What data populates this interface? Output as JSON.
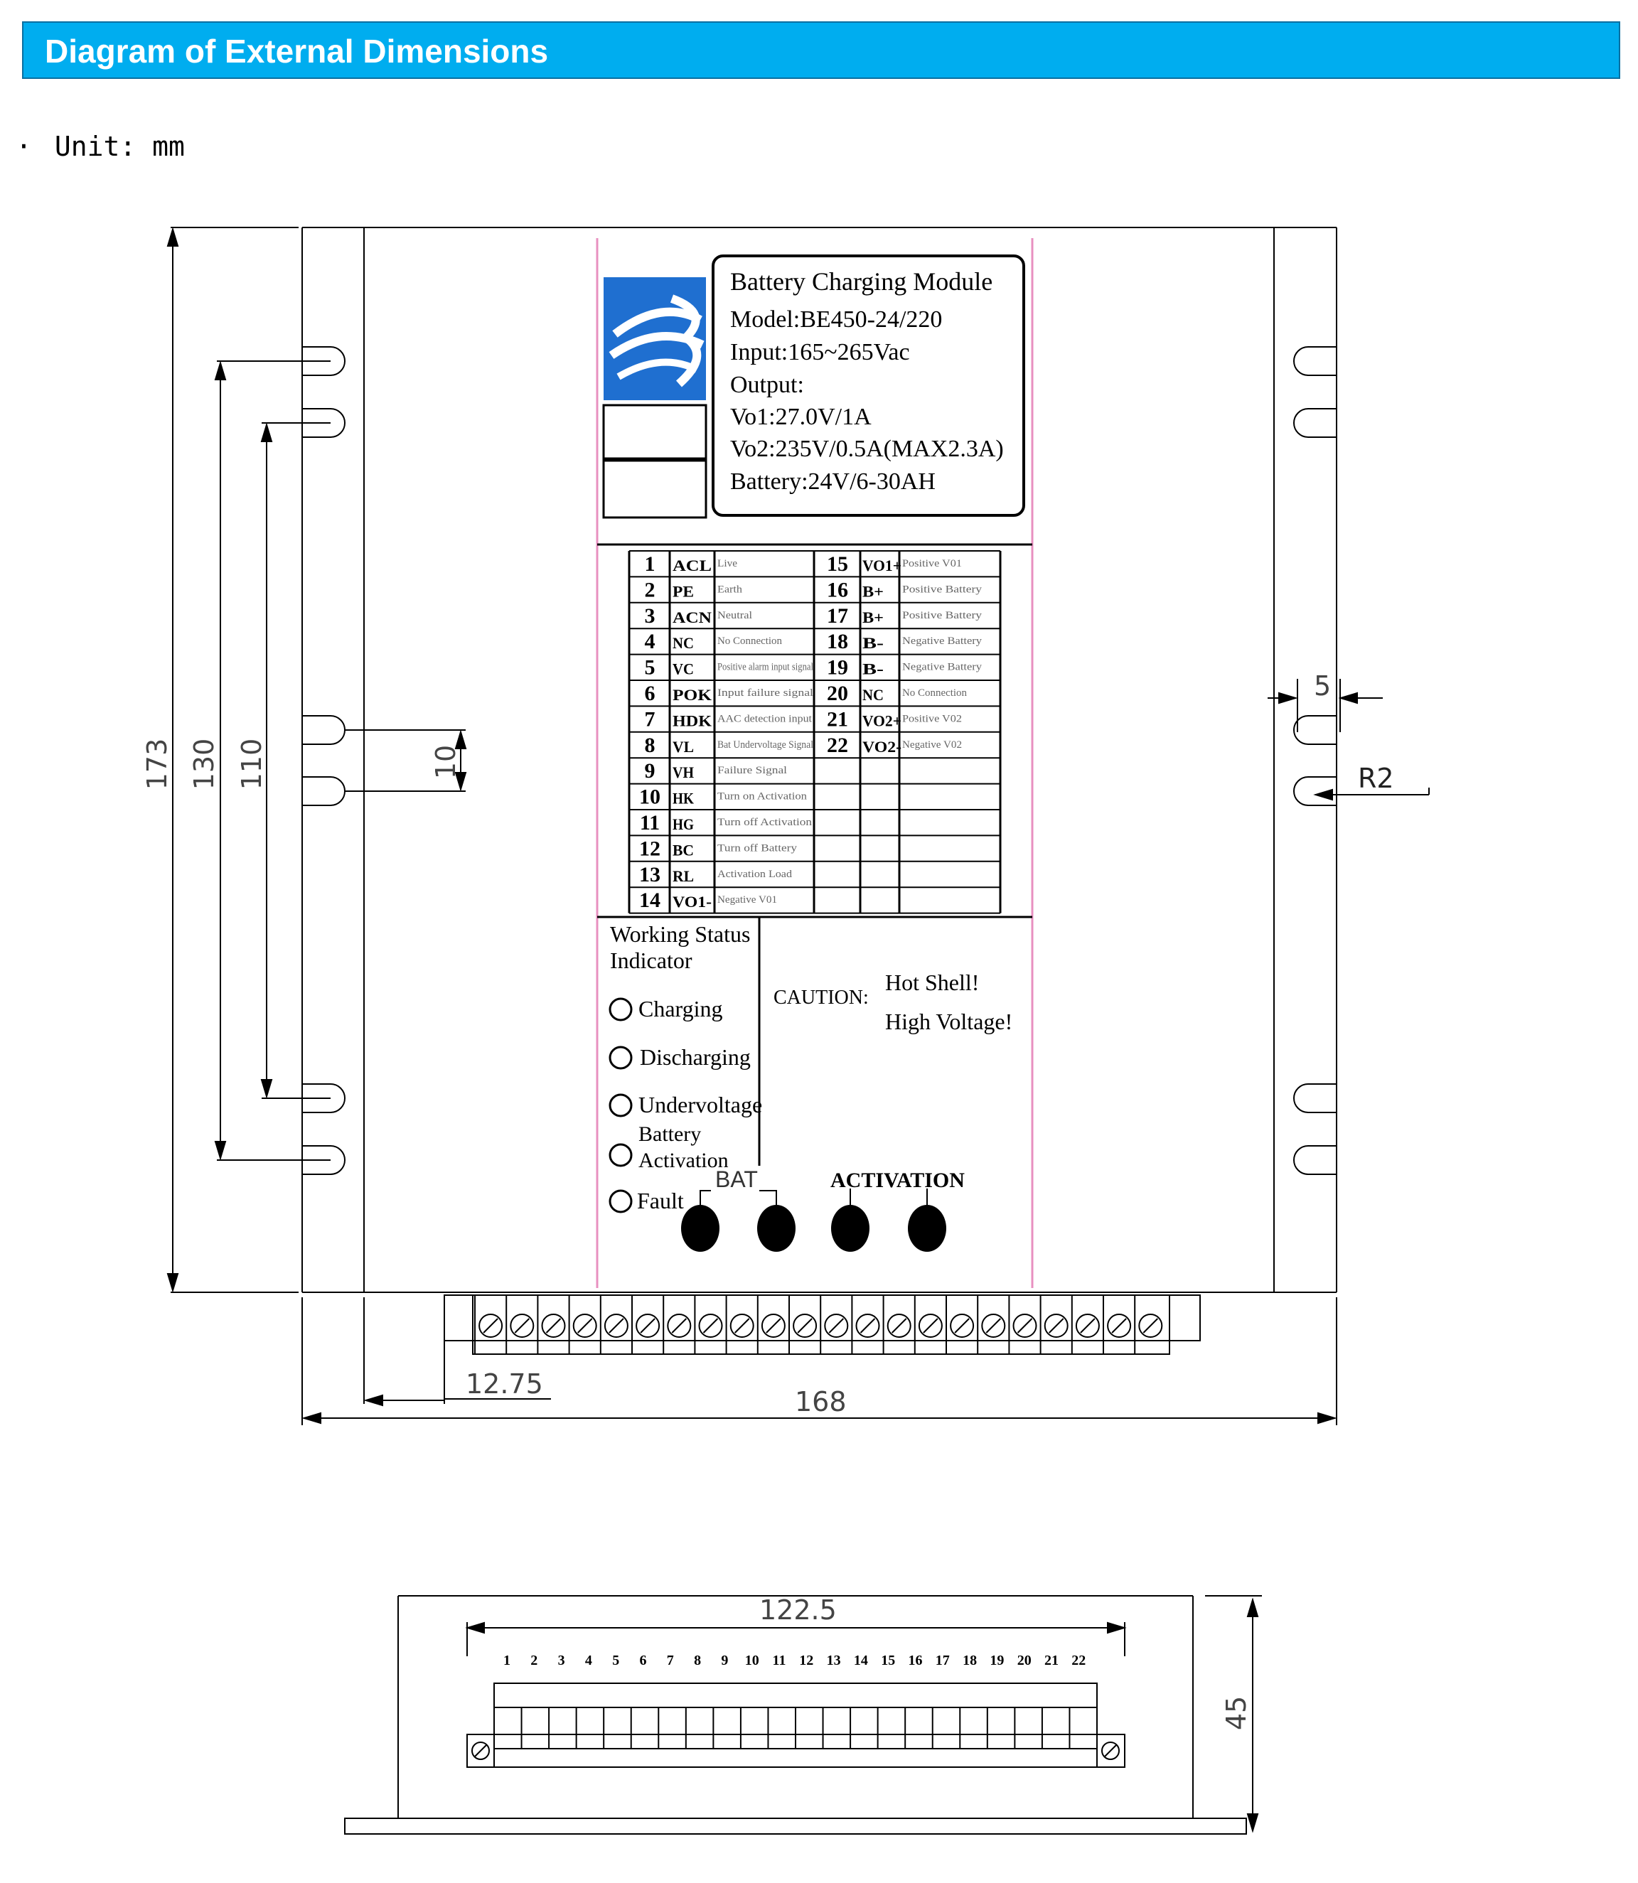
{
  "header": {
    "title": "Diagram of External Dimensions"
  },
  "unit_note": {
    "bullet": "·",
    "text": "Unit: mm"
  },
  "dimensions": {
    "height_173": "173",
    "height_130": "130",
    "height_110": "110",
    "slot_10": "10",
    "slot_5": "5",
    "radius": "R2",
    "offset_12_75": "12.75",
    "width_168": "168",
    "terminal_122_5": "122.5",
    "depth_45": "45"
  },
  "label": {
    "title": "Battery Charging Module",
    "model": "Model:BE450-24/220",
    "input": "Input:165~265Vac",
    "output": "Output:",
    "vo1": "Vo1:27.0V/1A",
    "vo2": "Vo2:235V/0.5A(MAX2.3A)",
    "battery": "Battery:24V/6-30AH"
  },
  "pin_table": {
    "left": [
      {
        "num": "1",
        "code": "ACL",
        "desc": "Live"
      },
      {
        "num": "2",
        "code": "PE",
        "desc": "Earth"
      },
      {
        "num": "3",
        "code": "ACN",
        "desc": "Neutral"
      },
      {
        "num": "4",
        "code": "NC",
        "desc": "No Connection"
      },
      {
        "num": "5",
        "code": "VC",
        "desc": "Positive alarm input signal"
      },
      {
        "num": "6",
        "code": "POK",
        "desc": "Input failure signal"
      },
      {
        "num": "7",
        "code": "HDK",
        "desc": "AAC detection input"
      },
      {
        "num": "8",
        "code": "VL",
        "desc": "Bat Undervoltage Signal"
      },
      {
        "num": "9",
        "code": "VH",
        "desc": "Failure Signal"
      },
      {
        "num": "10",
        "code": "HK",
        "desc": "Turn on Activation"
      },
      {
        "num": "11",
        "code": "HG",
        "desc": "Turn off Activation"
      },
      {
        "num": "12",
        "code": "BC",
        "desc": "Turn off Battery"
      },
      {
        "num": "13",
        "code": "RL",
        "desc": "Activation Load"
      },
      {
        "num": "14",
        "code": "VO1-",
        "desc": "Negative V01"
      }
    ],
    "right": [
      {
        "num": "15",
        "code": "VO1+",
        "desc": "Positive V01"
      },
      {
        "num": "16",
        "code": "B+",
        "desc": "Positive Battery"
      },
      {
        "num": "17",
        "code": "B+",
        "desc": "Positive Battery"
      },
      {
        "num": "18",
        "code": "B-",
        "desc": "Negative Battery"
      },
      {
        "num": "19",
        "code": "B-",
        "desc": "Negative Battery"
      },
      {
        "num": "20",
        "code": "NC",
        "desc": "No Connection"
      },
      {
        "num": "21",
        "code": "VO2+",
        "desc": "Positive V02"
      },
      {
        "num": "22",
        "code": "VO2-",
        "desc": "Negative V02"
      }
    ]
  },
  "status": {
    "heading_1": "Working Status",
    "heading_2": "Indicator",
    "charging": "Charging",
    "discharging": "Discharging",
    "undervoltage": "Undervoltage",
    "battery": "Battery",
    "activation": "Activation",
    "fault": "Fault"
  },
  "caution": {
    "label": "CAUTION:",
    "hot": "Hot Shell!",
    "voltage": "High Voltage!"
  },
  "buttons": {
    "bat": "BAT",
    "activation": "ACTIVATION"
  },
  "terminal_numbers": [
    "1",
    "2",
    "3",
    "4",
    "5",
    "6",
    "7",
    "8",
    "9",
    "10",
    "11",
    "12",
    "13",
    "14",
    "15",
    "16",
    "17",
    "18",
    "19",
    "20",
    "21",
    "22"
  ],
  "colors": {
    "banner": "#00adef",
    "logo": "#1f6fd0",
    "pink_line": "#e890c0"
  }
}
